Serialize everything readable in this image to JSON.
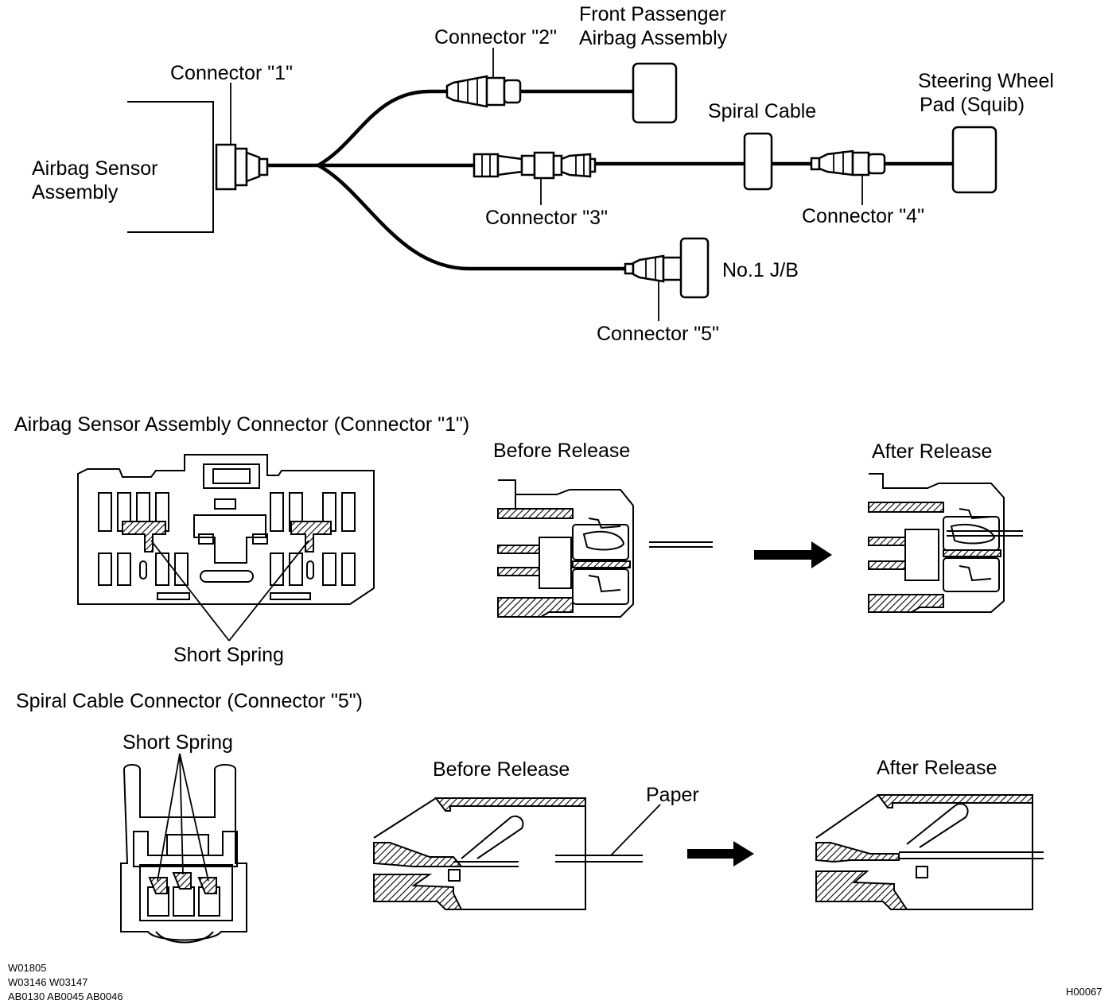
{
  "wiring": {
    "airbag_sensor_assembly": "Airbag Sensor\nAssembly",
    "connector_1": "Connector \"1\"",
    "connector_2": "Connector \"2\"",
    "connector_3": "Connector \"3\"",
    "connector_4": "Connector \"4\"",
    "connector_5": "Connector \"5\"",
    "front_passenger_airbag": "Front Passenger\nAirbag Assembly",
    "spiral_cable": "Spiral Cable",
    "steering_wheel_pad": "Steering Wheel\nPad (Squib)",
    "jb": "No.1 J/B"
  },
  "section_1": {
    "title": "Airbag Sensor Assembly Connector (Connector \"1\")",
    "short_spring": "Short Spring",
    "before_release": "Before Release",
    "after_release": "After Release"
  },
  "section_2": {
    "title": "Spiral Cable Connector (Connector \"5\")",
    "short_spring": "Short Spring",
    "before_release": "Before Release",
    "after_release": "After Release",
    "paper": "Paper"
  },
  "codes": {
    "left_line1": "W01805",
    "left_line2": "W03146 W03147",
    "left_line3": "AB0130 AB0045 AB0046",
    "right": "H00067"
  }
}
